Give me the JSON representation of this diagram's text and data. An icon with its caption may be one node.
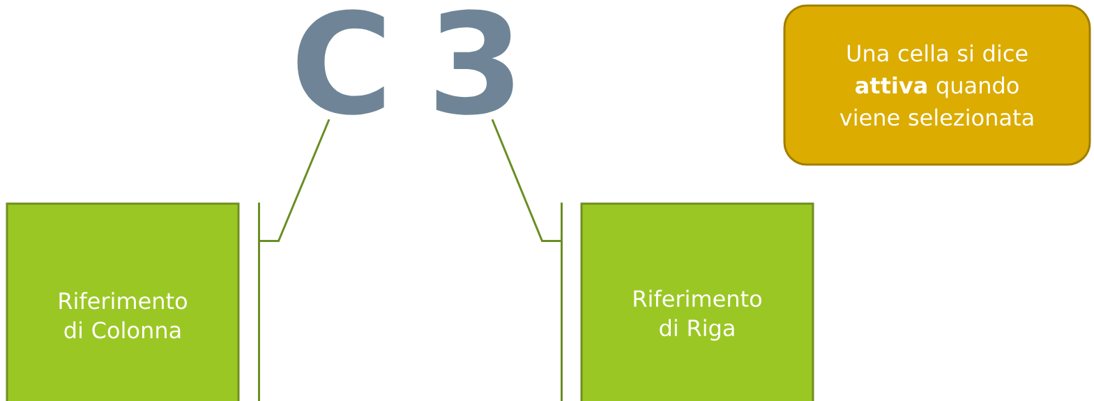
{
  "diagram": {
    "nodes": [
      {
        "text": [
          "C"
        ]
      },
      {
        "text": [
          "3"
        ]
      },
      {
        "text": [
          "Riferimento di Colonna"
        ]
      },
      {
        "text": [
          "Riferimento di Riga"
        ]
      },
      {
        "text": [
          "Una cella si dice **attiva** quando viene selezionata"
        ]
      }
    ],
    "edges": [
      {
        "from": 0,
        "to": 2,
        "arrow": "none"
      },
      {
        "from": 1,
        "to": 3,
        "arrow": "none"
      }
    ]
  }
}
